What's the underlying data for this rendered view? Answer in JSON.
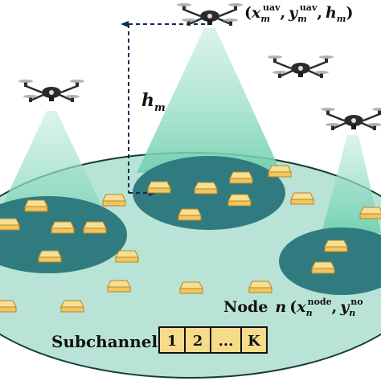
{
  "annotations": {
    "uav_coord_open": "(",
    "uav_x": "x",
    "uav_x_sub": "m",
    "uav_x_sup": "uav",
    "uav_y": "y",
    "uav_y_sub": "m",
    "uav_y_sup": "uav",
    "uav_h": "h",
    "uav_h_sub": "m",
    "uav_coord_close": ")",
    "comma": ",",
    "height_h": "h",
    "height_sub": "m",
    "node_word": "Node",
    "node_n": "n",
    "node_open": "(",
    "node_x": "x",
    "node_x_sub": "n",
    "node_x_sup": "node",
    "node_y": "y",
    "node_y_sub": "n",
    "node_y_sup": "no"
  },
  "subchannels": {
    "label": "Subchannels",
    "boxes": [
      "1",
      "2",
      "...",
      "K"
    ]
  },
  "colors": {
    "ground": "#b9e3d6",
    "cluster": "#2f7b80",
    "beam": "#8fd9c2",
    "node": "#f5d37a",
    "box": "#f6dc8a"
  }
}
